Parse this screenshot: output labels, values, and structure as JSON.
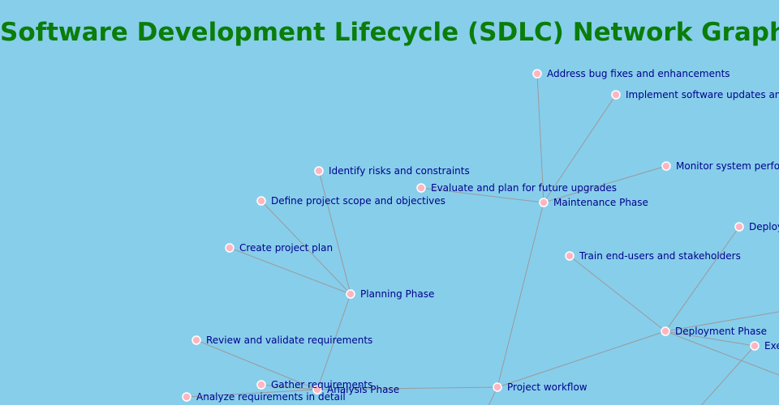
{
  "title": "Software Development Lifecycle (SDLC) Network Graph",
  "colors": {
    "background": "#87ceeb",
    "title": "#0a7d0a",
    "node": "#ffb6c1",
    "label": "#00008b",
    "edge": "#9a9a9a"
  },
  "nodes": [
    {
      "id": "workflow",
      "label": "Project workflow"
    },
    {
      "id": "planning",
      "label": "Planning Phase"
    },
    {
      "id": "analysis",
      "label": "Analysis Phase"
    },
    {
      "id": "maintenance",
      "label": "Maintenance Phase"
    },
    {
      "id": "deployment",
      "label": "Deployment Phase"
    },
    {
      "id": "risks",
      "label": "Identify risks and constraints"
    },
    {
      "id": "scope",
      "label": "Define project scope and objectives"
    },
    {
      "id": "plan",
      "label": "Create project plan"
    },
    {
      "id": "review",
      "label": "Review and validate requirements"
    },
    {
      "id": "gather",
      "label": "Gather requirements"
    },
    {
      "id": "analyze",
      "label": "Analyze requirements in detail"
    },
    {
      "id": "bugs",
      "label": "Address bug fixes and enhancements"
    },
    {
      "id": "updates",
      "label": "Implement software updates and"
    },
    {
      "id": "monitor",
      "label": "Monitor system perform"
    },
    {
      "id": "future",
      "label": "Evaluate and plan for future upgrades"
    },
    {
      "id": "train",
      "label": "Train end-users and stakeholders"
    },
    {
      "id": "deploy",
      "label": "Deploy"
    },
    {
      "id": "exe",
      "label": "Exe"
    }
  ],
  "edges": [
    [
      "workflow",
      "analysis"
    ],
    [
      "workflow",
      "maintenance"
    ],
    [
      "workflow",
      "deployment"
    ],
    [
      "analysis",
      "planning"
    ],
    [
      "planning",
      "risks"
    ],
    [
      "planning",
      "scope"
    ],
    [
      "planning",
      "plan"
    ],
    [
      "analysis",
      "review"
    ],
    [
      "analysis",
      "gather"
    ],
    [
      "analysis",
      "analyze"
    ],
    [
      "maintenance",
      "bugs"
    ],
    [
      "maintenance",
      "updates"
    ],
    [
      "maintenance",
      "monitor"
    ],
    [
      "maintenance",
      "future"
    ],
    [
      "deployment",
      "train"
    ],
    [
      "deployment",
      "deploy"
    ],
    [
      "deployment",
      "exe"
    ]
  ]
}
